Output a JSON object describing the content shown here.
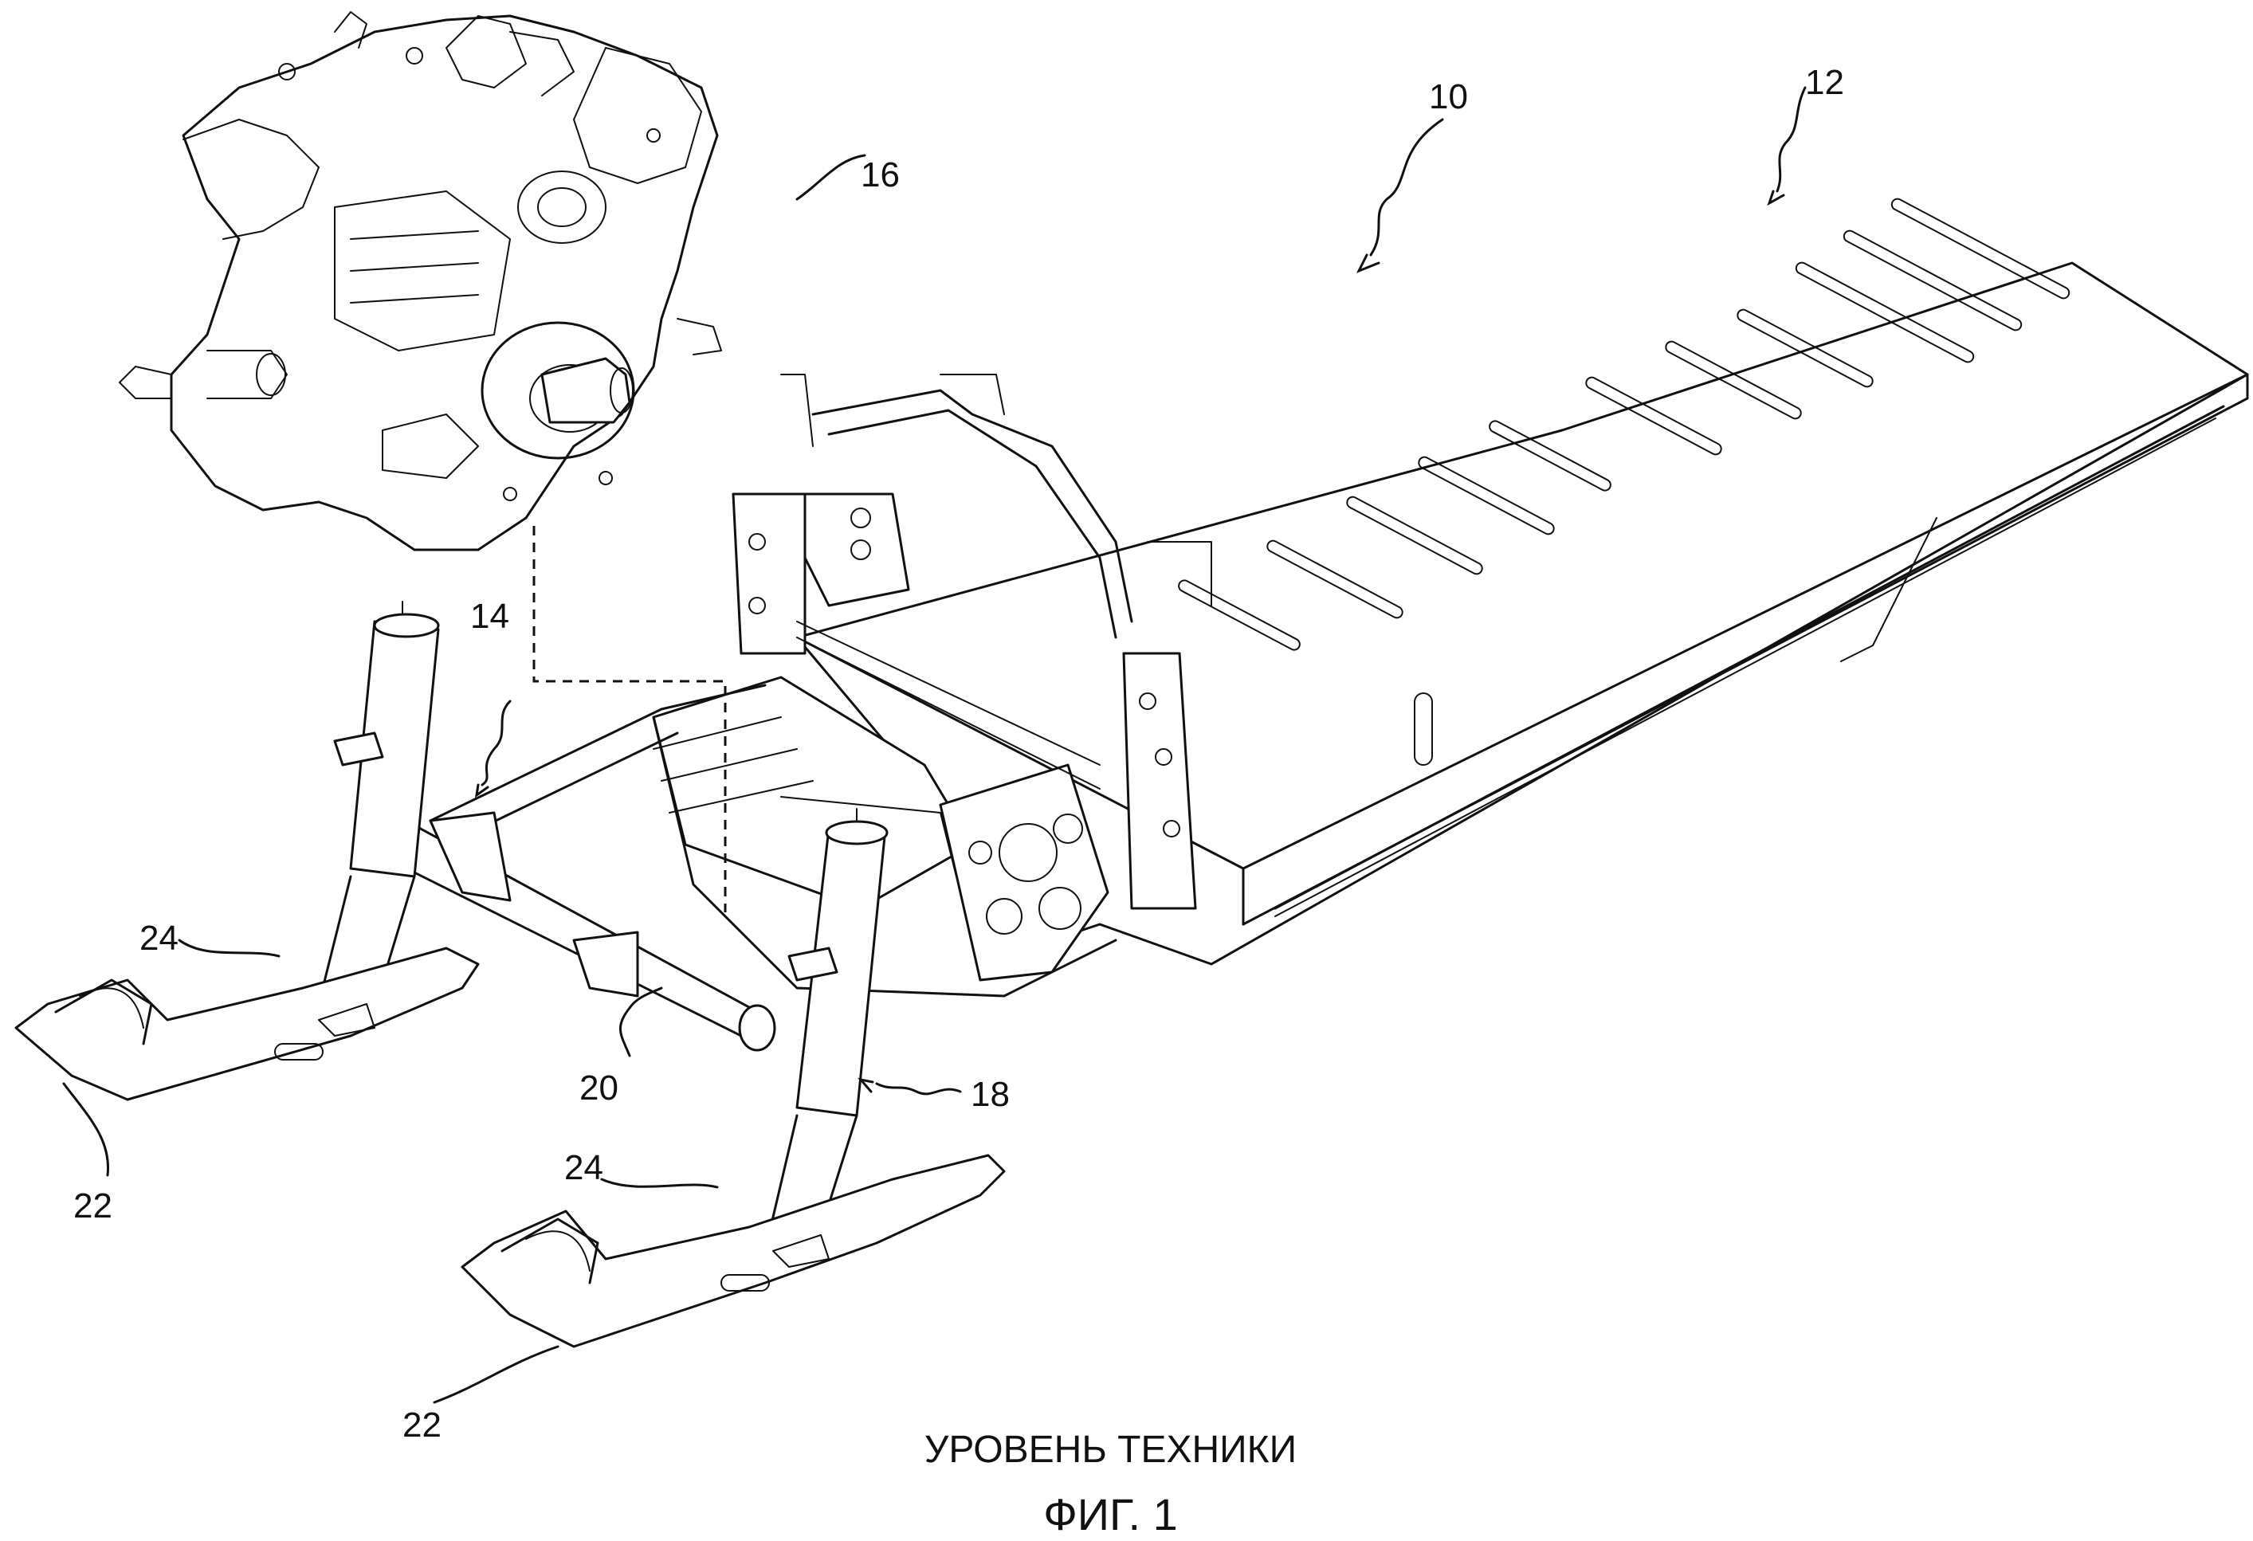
{
  "figure": {
    "caption_prior_art": "УРОВЕНЬ ТЕХНИКИ",
    "caption_figure": "ФИГ. 1"
  },
  "reference_numerals": {
    "snowmobile": "10",
    "tunnel": "12",
    "front_frame": "14",
    "engine": "16",
    "front_suspension": "18",
    "cross_tube": "20",
    "ski_left": "22",
    "ski_right": "22",
    "shock_left": "24",
    "shock_right": "24"
  }
}
